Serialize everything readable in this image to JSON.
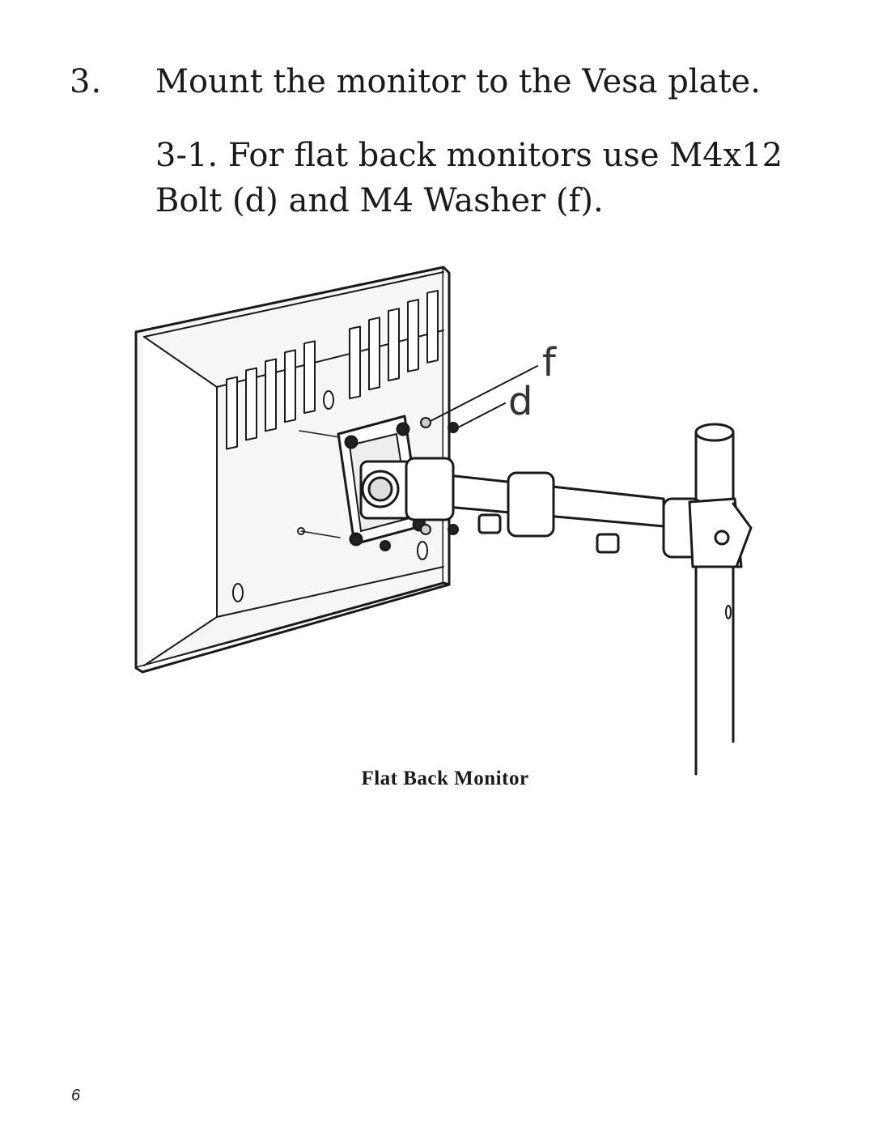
{
  "step": {
    "number": "3.",
    "title": "Mount the monitor to the Vesa plate.",
    "substep": "3-1.  For flat back monitors use M4x12 Bolt (d) and M4 Washer (f)."
  },
  "figure": {
    "callouts": {
      "washer": "f",
      "bolt": "d"
    },
    "caption": "Flat  Back  Monitor"
  },
  "page_number": "6"
}
